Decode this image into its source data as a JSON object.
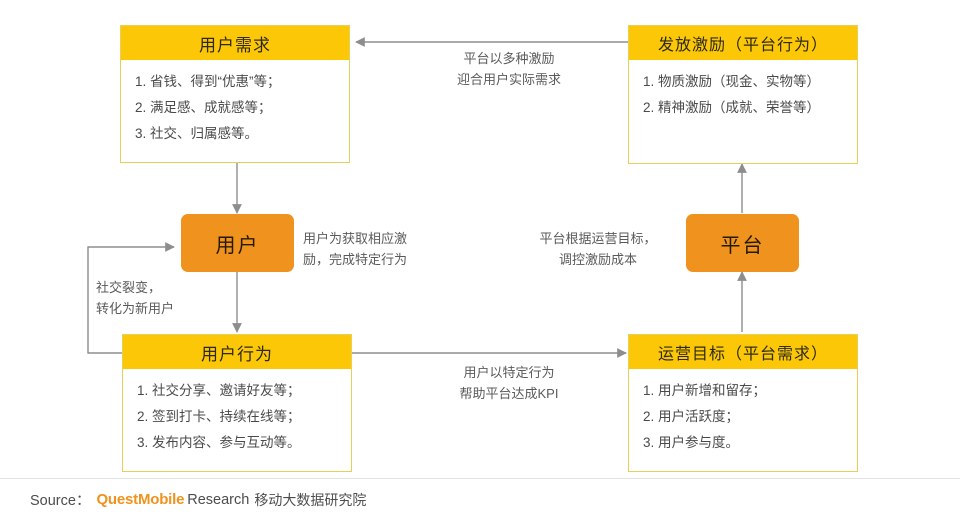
{
  "diagram": {
    "title_implicit": "用户激励闭环",
    "colors": {
      "header_yellow": "#FBC707",
      "card_border": "#e8cf5a",
      "pill_orange": "#F0921E",
      "wire_gray": "#8d8d8d",
      "brand_orange": "#F0921E"
    },
    "cards": [
      {
        "id": "user-needs",
        "title": "用户需求",
        "items": [
          "1. 省钱、得到“优惠”等；",
          "2. 满足感、成就感等；",
          "3. 社交、归属感等。"
        ]
      },
      {
        "id": "issue-incentive",
        "title": "发放激励（平台行为）",
        "items": [
          "1. 物质激励（现金、实物等）",
          "2. 精神激励（成就、荣誉等）"
        ]
      },
      {
        "id": "user-behavior",
        "title": "用户行为",
        "items": [
          "1. 社交分享、邀请好友等；",
          "2. 签到打卡、持续在线等；",
          "3. 发布内容、参与互动等。"
        ]
      },
      {
        "id": "operation-goal",
        "title": "运营目标（平台需求）",
        "items": [
          "1. 用户新增和留存；",
          "2. 用户活跃度；",
          "3. 用户参与度。"
        ]
      }
    ],
    "pills": [
      {
        "id": "user",
        "label": "用户"
      },
      {
        "id": "platform",
        "label": "平台"
      }
    ],
    "edge_captions": [
      {
        "id": "top",
        "text": "平台以多种激励\n迎合用户实际需求"
      },
      {
        "id": "user-to-behavior",
        "text": "用户为获取相应激\n励，完成特定行为"
      },
      {
        "id": "platform-cost",
        "text": "平台根据运营目标，\n调控激励成本"
      },
      {
        "id": "bottom",
        "text": "用户以特定行为\n帮助平台达成KPI"
      },
      {
        "id": "social-loop",
        "text": "社交裂变，\n转化为新用户"
      }
    ]
  },
  "footer": {
    "source_label": "Source：",
    "brand": "QuestMobile",
    "research": "Research",
    "institute": "移动大数据研究院"
  }
}
